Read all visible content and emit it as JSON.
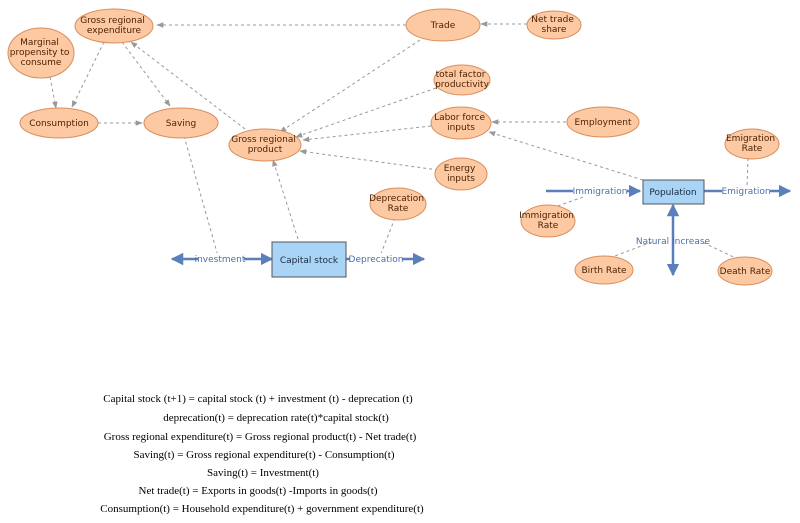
{
  "nodes": {
    "gross_regional_expenditure": [
      "Gross regional",
      "expenditure"
    ],
    "trade": [
      "Trade"
    ],
    "net_trade_share": [
      "Net trade",
      "share"
    ],
    "marginal_propensity": [
      "Marginal",
      "propensity to",
      "consume"
    ],
    "consumption": [
      "Consumption"
    ],
    "saving": [
      "Saving"
    ],
    "gross_regional_product": [
      "Gross regional",
      "product"
    ],
    "total_factor_productivity": [
      "total factor",
      "productivity"
    ],
    "labor_force_inputs": [
      "Labor force",
      "inputs"
    ],
    "employment": [
      "Employment"
    ],
    "energy_inputs": [
      "Energy",
      "inputs"
    ],
    "depreciation_rate": [
      "Deprecation",
      "Rate"
    ],
    "emigration_rate": [
      "Emigration",
      "Rate"
    ],
    "immigration_rate": [
      "Immigration",
      "Rate"
    ],
    "birth_rate": [
      "Birth Rate"
    ],
    "death_rate": [
      "Death Rate"
    ]
  },
  "stocks": {
    "capital_stock": "Capital stock",
    "population": "Population"
  },
  "flows": {
    "investment": "investment",
    "depreciation": "Deprecation",
    "immigration": "Immigration",
    "emigration": "Emigration",
    "natural_increase": "Natural Increase"
  },
  "equations": [
    "Capital stock (t+1) = capital stock (t) + investment (t) - deprecation (t)",
    "deprecation(t) = deprecation rate(t)*capital stock(t)",
    "Gross regional expenditure(t) = Gross regional product(t) - Net trade(t)",
    "Saving(t) = Gross regional expenditure(t) - Consumption(t)",
    "Saving(t) = Investment(t)",
    "Net trade(t) = Exports in goods(t) -Imports in goods(t)",
    "Consumption(t) = Household expenditure(t) + government expenditure(t)"
  ],
  "colors": {
    "node_fill": "#fdc9a2",
    "node_stroke": "#d98e5c",
    "stock_fill": "#a9d4f5",
    "stock_stroke": "#555555",
    "flow": "#5b7fba",
    "link": "#999999"
  }
}
